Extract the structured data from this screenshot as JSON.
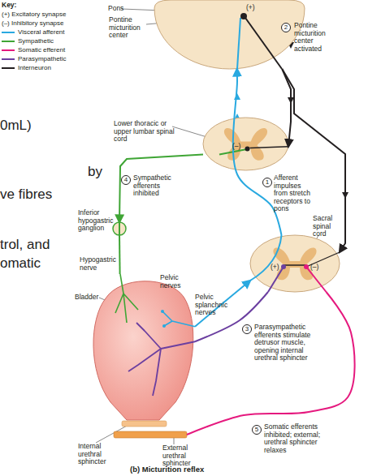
{
  "diagram": {
    "caption": "(b) Micturition reflex",
    "nodes": [
      {
        "text": [
          "Pons"
        ]
      },
      {
        "text": [
          "Lower thoracic or upper lumbar spinal cord"
        ]
      },
      {
        "text": [
          "Inferior hypogastric ganglion"
        ]
      },
      {
        "text": [
          "Sacral spinal cord"
        ]
      },
      {
        "text": [
          "Bladder"
        ]
      },
      {
        "text": [
          "Internal urethral sphincter"
        ]
      },
      {
        "text": [
          "External urethral sphincter"
        ]
      }
    ],
    "edges": [
      {
        "from": 3,
        "to": 0,
        "arrow": "to"
      },
      {
        "from": 0,
        "to": 1,
        "arrow": "to"
      },
      {
        "from": 0,
        "to": 3,
        "arrow": "to"
      },
      {
        "from": 1,
        "to": 2,
        "arrow": "to"
      },
      {
        "from": 2,
        "to": 4,
        "label": "Hypogastric nerve",
        "arrow": "none"
      },
      {
        "from": 4,
        "to": 3,
        "label": "Pelvic nerves",
        "arrow": "to"
      },
      {
        "from": 3,
        "to": 4,
        "label": "Pelvic splanchnic nerves",
        "arrow": "none"
      },
      {
        "from": 3,
        "to": 6,
        "arrow": "none"
      }
    ],
    "labels": [
      "Key:",
      "0mL)",
      "by",
      "ve fibres",
      "trol, and",
      "omatic",
      "Pontine micturition center",
      "(+)",
      "2",
      "Pontine micturition center activated",
      "(–)",
      "4",
      "Sympathetic efferents inhibited",
      "1",
      "Afferent impulses from stretch receptors to pons",
      "(+)",
      "(–)",
      "3",
      "Parasympathetic efferents stimulate detrusor muscle, opening internal urethral sphincter",
      "5",
      "Somatic efferents inhibited; external; urethral sphincter relaxes"
    ],
    "legend": [
      {
        "text": "(+) Excitatory synapse"
      },
      {
        "text": "(–) Inhibitory synapse"
      },
      {
        "text": "Visceral afferent",
        "color": "#29a9e0"
      },
      {
        "text": "Sympathetic",
        "color": "#3fa535"
      },
      {
        "text": "Somatic efferent",
        "color": "#e5197e"
      },
      {
        "text": "Parasympathetic",
        "color": "#6b3fa0"
      },
      {
        "text": "Interneuron",
        "color": "#231f20"
      }
    ]
  }
}
